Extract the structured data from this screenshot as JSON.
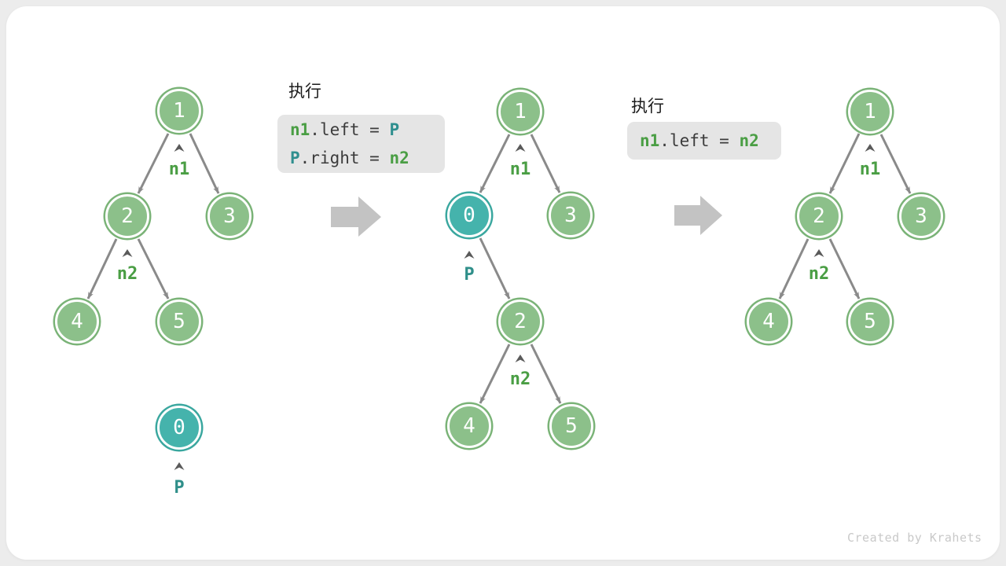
{
  "card": {
    "watermark": "Created by Krahets"
  },
  "colors": {
    "background": "#ececec",
    "card": "#ffffff",
    "node_green_fill": "#8cc08a",
    "node_green_ring": "#7ab377",
    "node_teal_fill": "#45b3ac",
    "node_teal_ring": "#3aa79f",
    "edge_gray": "#8a8a8a",
    "caret_gray": "#5a5a5a",
    "big_arrow_gray": "#c3c3c3",
    "label_green": "#4a9e44",
    "label_teal": "#2f8f8a",
    "code_box_bg": "#e5e5e5",
    "code_text": "#3c3c3c"
  },
  "steps": {
    "step1": {
      "title": "执行",
      "line1_t1": "n1",
      "line1_t2": ".left = ",
      "line1_t3": "P",
      "line2_t1": "P",
      "line2_t2": ".right = ",
      "line2_t3": "n2"
    },
    "step2": {
      "title": "执行",
      "line1_t1": "n1",
      "line1_t2": ".left = ",
      "line1_t3": "n2"
    }
  },
  "tree_before": {
    "node1": "1",
    "node2": "2",
    "node3": "3",
    "node4": "4",
    "node5": "5",
    "node_p": "0",
    "label_n1": "n1",
    "label_n2": "n2",
    "label_p": "P"
  },
  "tree_during": {
    "node1": "1",
    "node0": "0",
    "node3": "3",
    "node2": "2",
    "node4": "4",
    "node5": "5",
    "label_n1": "n1",
    "label_p": "P",
    "label_n2": "n2"
  },
  "tree_after": {
    "node1": "1",
    "node2": "2",
    "node3": "3",
    "node4": "4",
    "node5": "5",
    "label_n1": "n1",
    "label_n2": "n2"
  }
}
